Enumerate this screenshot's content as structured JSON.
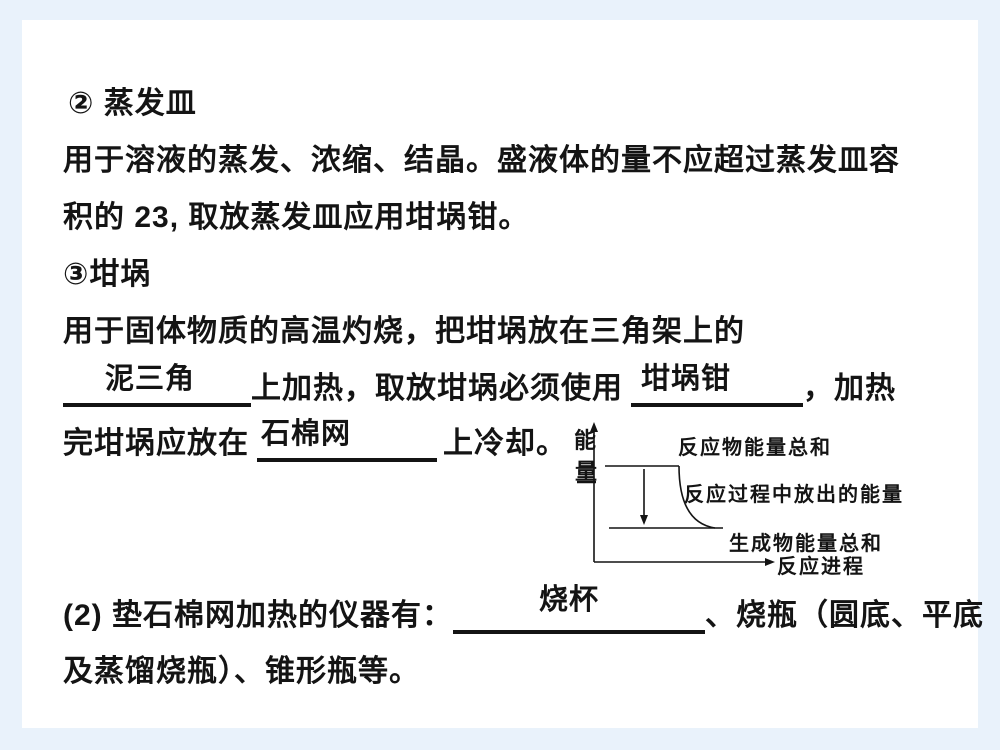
{
  "colors": {
    "page_bg": "#e9f2fb",
    "panel_bg": "#ffffff",
    "text": "#141414"
  },
  "slide": {
    "item2": {
      "heading": "② 蒸发皿",
      "line1": "用于溶液的蒸发、浓缩、结晶。盛液体的量不应超过蒸发皿容",
      "line2": "积的 23, 取放蒸发皿应用坩埚钳。"
    },
    "item3": {
      "heading": "③坩埚",
      "line1": "用于固体物质的高温灼烧，把坩埚放在三角架上的",
      "blank1_answer": "泥三角",
      "line2_mid": "上加热，取放坩埚必须使用",
      "blank2_answer": "坩埚钳",
      "line2_end": "，加热",
      "line3_start": "完坩埚应放在",
      "blank3_answer": "石棉网",
      "line3_end": "上冷却。"
    },
    "item2_2": {
      "prefix": "(2) 垫石棉网加热的仪器有：",
      "blank_answer": "烧杯",
      "suffix": "、烧瓶（圆底、平底",
      "line2": "及蒸馏烧瓶）、锥形瓶等。"
    }
  },
  "diagram": {
    "type": "qualitative-energy-profile",
    "axis_y_char1": "能",
    "axis_y_char2": "量",
    "label_reactants_total": "反应物能量总和",
    "label_energy_released": "反应过程中放出的能量",
    "label_products_total": "生成物能量总和",
    "label_x_axis": "反应进程"
  }
}
